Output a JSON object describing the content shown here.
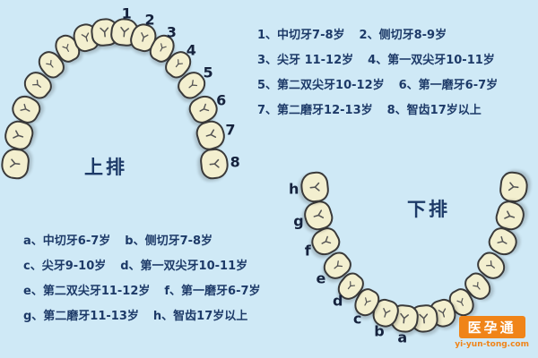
{
  "upper": {
    "label": "上排",
    "numbers": [
      "1",
      "2",
      "3",
      "4",
      "5",
      "6",
      "7",
      "8"
    ],
    "legend_items": [
      "1、中切牙7-8岁",
      "2、侧切牙8-9岁",
      "3、尖牙 11-12岁",
      "4、第一双尖牙10-11岁",
      "5、第二双尖牙10-12岁",
      "6、第一磨牙6-7岁",
      "7、第二磨牙12-13岁",
      "8、智齿17岁以上"
    ]
  },
  "lower": {
    "label": "下排",
    "letters": [
      "a",
      "b",
      "c",
      "d",
      "e",
      "f",
      "g",
      "h"
    ],
    "legend_items": [
      "a、中切牙6-7岁",
      "b、侧切牙7-8岁",
      "c、尖牙9-10岁",
      "d、第一双尖牙10-11岁",
      "e、第二双尖牙11-12岁",
      "f、第一磨牙6-7岁",
      "g、第二磨牙11-13岁",
      "h、智齿17岁以上"
    ]
  },
  "watermark": {
    "brand": "医孕通",
    "url": "yi-yun-tong.com"
  },
  "colors": {
    "background": "#cfe9f6",
    "tooth_fill": "#f3efcf",
    "tooth_border": "#3a3a3a",
    "text": "#1d3a68",
    "watermark": "#f08418"
  }
}
